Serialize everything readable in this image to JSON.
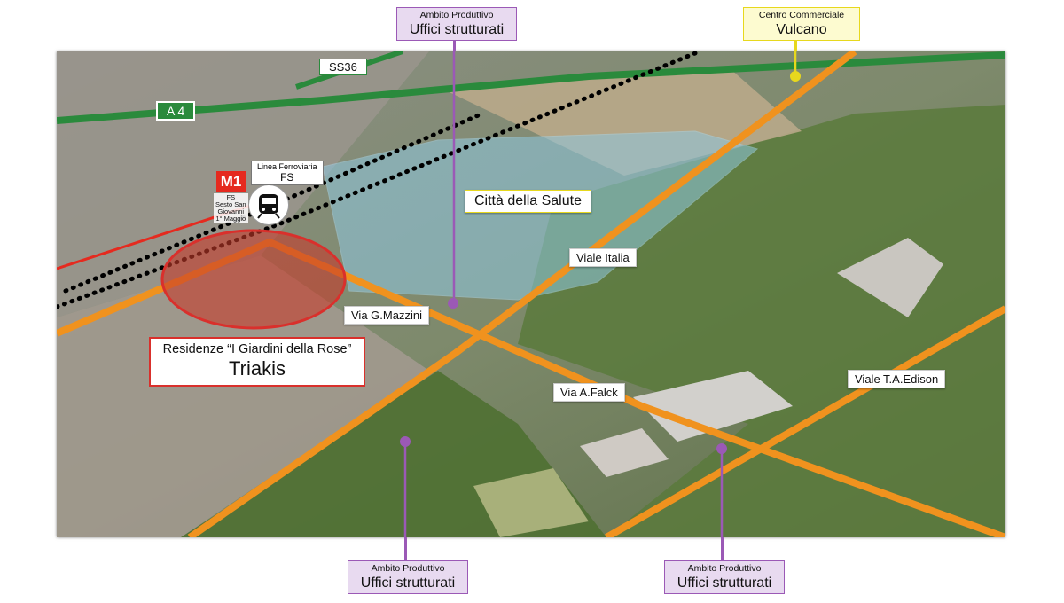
{
  "map": {
    "roads": {
      "a4": "A 4",
      "ss36": "SS36",
      "viale_italia": "Viale Italia",
      "via_mazzini": "Via G.Mazzini",
      "via_falck": "Via A.Falck",
      "viale_edison": "Viale T.A.Edison"
    },
    "area_label": "Città della Salute",
    "residenze": {
      "line1": "Residenze “I Giardini della Rose”",
      "line2": "Triakis"
    },
    "metro": {
      "badge": "M1",
      "station_lines": [
        "FS",
        "Sesto San",
        "Giovanni",
        "1° Maggio"
      ]
    },
    "railway": {
      "line1": "Linea Ferroviaria",
      "line2": "FS"
    }
  },
  "callouts": {
    "top_purple": {
      "sub": "Ambito Produttivo",
      "main": "Uffici strutturati"
    },
    "top_yellow": {
      "sub": "Centro Commerciale",
      "main": "Vulcano"
    },
    "bottom_left_purple": {
      "sub": "Ambito Produttivo",
      "main": "Uffici strutturati"
    },
    "bottom_right_purple": {
      "sub": "Ambito Produttivo",
      "main": "Uffici strutturati"
    }
  },
  "colors": {
    "highway": "#2a8a3c",
    "main_roads": "#f0921e",
    "residence_area": "#d9302c",
    "health_area": "#8fc8e0",
    "office_callout": "#9b59b6",
    "mall_callout": "#e7d81d",
    "metro": "#e52a1f"
  }
}
